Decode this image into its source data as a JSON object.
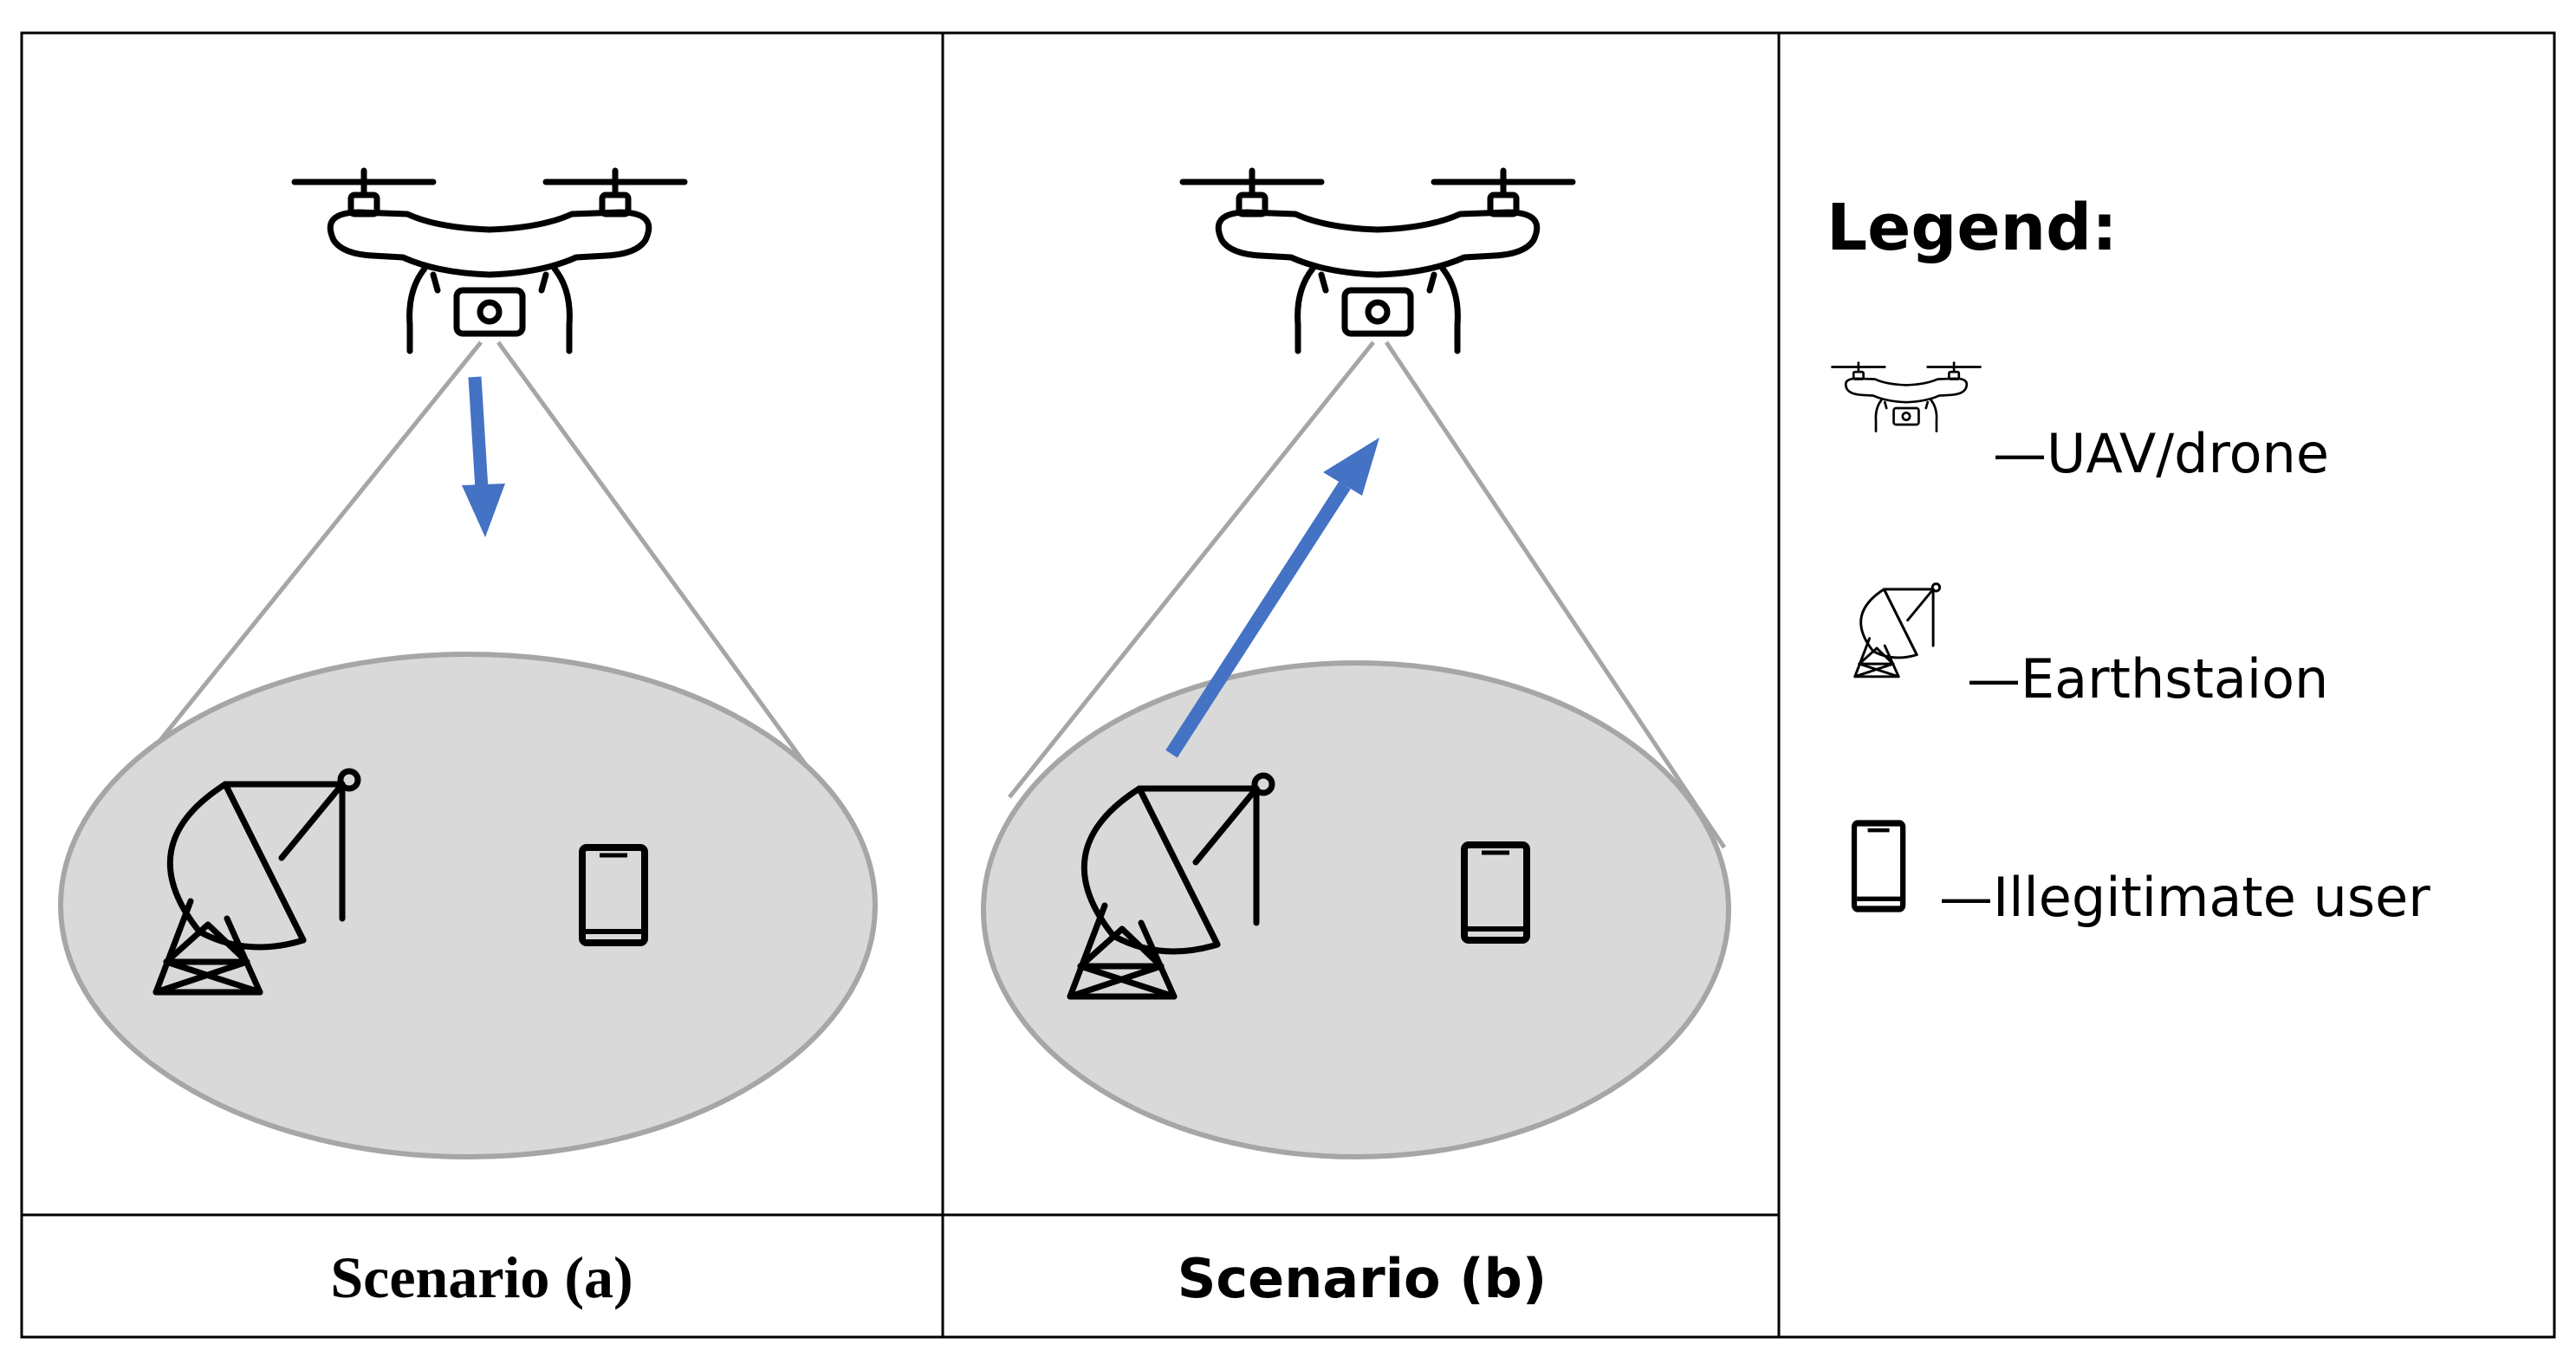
{
  "scenarios": [
    {
      "caption": "Scenario (a)",
      "arrow_direction": "down"
    },
    {
      "caption": "Scenario (b)",
      "arrow_direction": "up"
    }
  ],
  "legend": {
    "title": "Legend:",
    "items": [
      {
        "icon": "drone-icon",
        "label": "—UAV/drone"
      },
      {
        "icon": "earth-station-icon",
        "label": "—Earthstaion"
      },
      {
        "icon": "phone-icon",
        "label": "—Illegitimate user"
      }
    ]
  },
  "colors": {
    "arrow": "#4472c4",
    "coverage_fill": "#d9d9d9",
    "coverage_stroke": "#a6a6a6",
    "beam_line": "#a6a6a6",
    "border": "#000000"
  }
}
